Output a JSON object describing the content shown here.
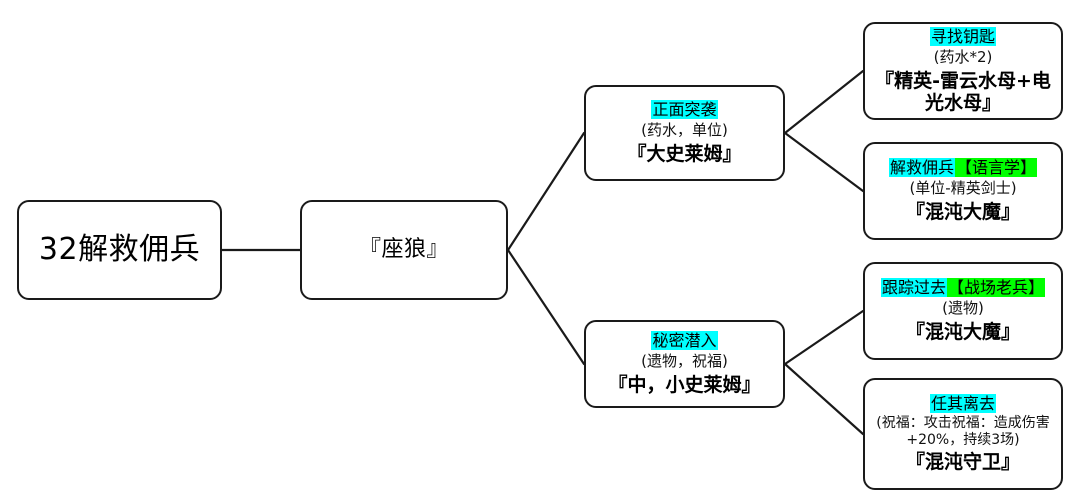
{
  "diagram": {
    "type": "flowchart-tree",
    "orientation": "left-to-right",
    "colors": {
      "background": "#ffffff",
      "node_border": "#1a1a1a",
      "node_fill": "#ffffff",
      "edge": "#1a1a1a",
      "highlight_choice": "#00ffff",
      "highlight_reward": "#00ff00",
      "text": "#000000"
    },
    "nodes": {
      "root": {
        "title": "32解救佣兵"
      },
      "stage1": {
        "title": "『座狼』"
      },
      "branch_a": {
        "choice": "正面突袭",
        "choice_bracket": "",
        "reward": "(药水，单位)",
        "boss": "『大史莱姆』"
      },
      "branch_b": {
        "choice": "秘密潜入",
        "choice_bracket": "",
        "reward": "(遗物，祝福)",
        "boss": "『中，小史莱姆』"
      },
      "leaf_a1": {
        "choice": "寻找钥匙",
        "choice_bracket": "",
        "reward": "(药水*2)",
        "boss": "『精英-雷云水母+电光水母』"
      },
      "leaf_a2": {
        "choice": "解救佣兵",
        "choice_bracket": "【语言学】",
        "reward": "(单位-精英剑士)",
        "boss": "『混沌大魔』"
      },
      "leaf_b1": {
        "choice": "跟踪过去",
        "choice_bracket": "【战场老兵】",
        "reward": "(遗物)",
        "boss": "『混沌大魔』"
      },
      "leaf_b2": {
        "choice": "任其离去",
        "choice_bracket": "",
        "reward": "(祝福：攻击祝福：造成伤害+20%，持续3场)",
        "boss": "『混沌守卫』"
      }
    },
    "edges": [
      {
        "from": "root",
        "to": "stage1"
      },
      {
        "from": "stage1",
        "to": "branch_a"
      },
      {
        "from": "stage1",
        "to": "branch_b"
      },
      {
        "from": "branch_a",
        "to": "leaf_a1"
      },
      {
        "from": "branch_a",
        "to": "leaf_a2"
      },
      {
        "from": "branch_b",
        "to": "leaf_b1"
      },
      {
        "from": "branch_b",
        "to": "leaf_b2"
      }
    ]
  }
}
